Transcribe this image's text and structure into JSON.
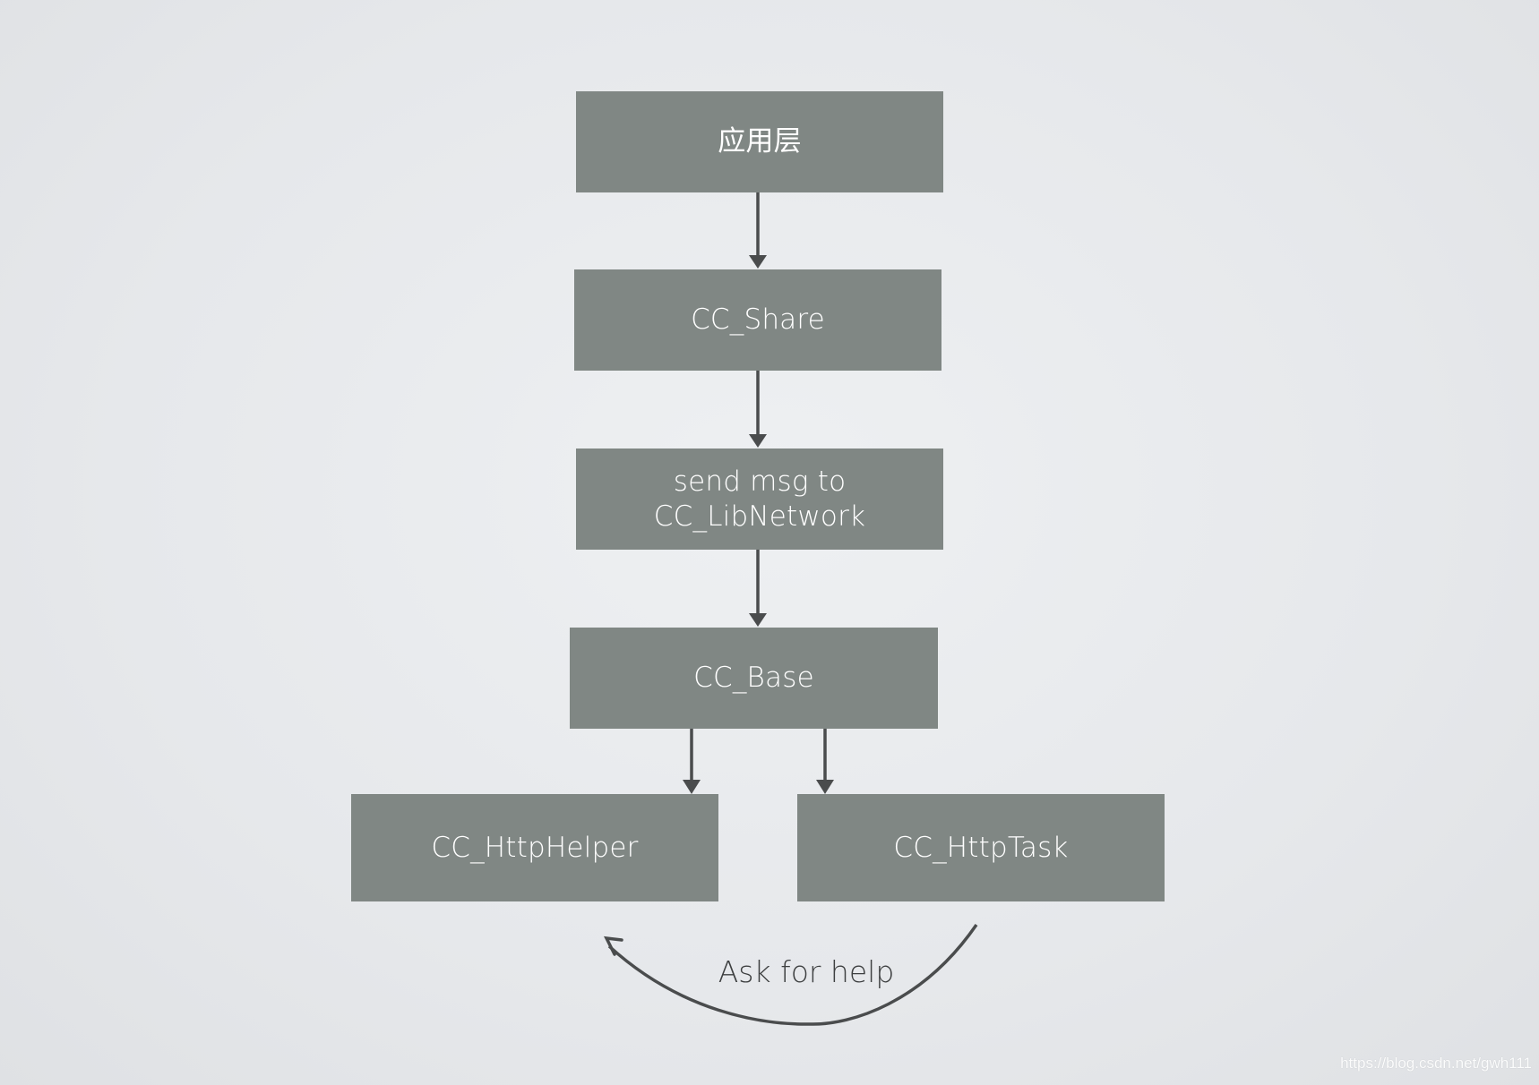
{
  "diagram": {
    "nodes": {
      "app_layer": "应用层",
      "cc_share": "CC_Share",
      "send_msg_line1": "send msg to",
      "send_msg_line2": "CC_LibNetwork",
      "cc_base": "CC_Base",
      "cc_http_helper": "CC_HttpHelper",
      "cc_http_task": "CC_HttpTask"
    },
    "edge_label": "Ask for help",
    "colors": {
      "node_fill": "#808784",
      "node_text": "#ffffff",
      "arrow": "#4a4c4d",
      "background": "#e8eaed"
    }
  },
  "watermark": "https://blog.csdn.net/gwh111"
}
